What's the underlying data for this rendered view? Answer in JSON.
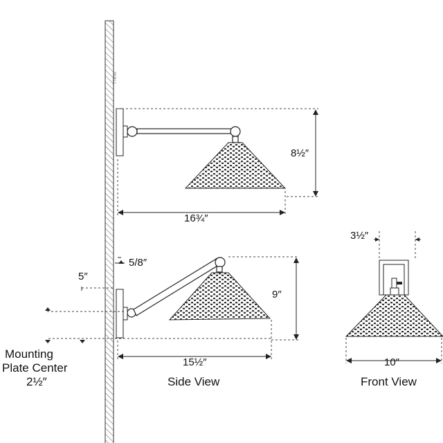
{
  "wall_label": "WALL",
  "side_view_label": "Side View",
  "front_view_label": "Front View",
  "mounting_label_line1": "Mounting",
  "mounting_label_line2": "Plate Center",
  "mounting_label_line3": "2½″",
  "dimensions": {
    "top_height": "8½″",
    "top_extension": "16¾″",
    "bottom_height": "9″",
    "bottom_extension": "15½″",
    "plate_offset": "5/8″",
    "arm_offset": "5″",
    "front_mount_width": "3½″",
    "front_shade_width": "10″"
  }
}
